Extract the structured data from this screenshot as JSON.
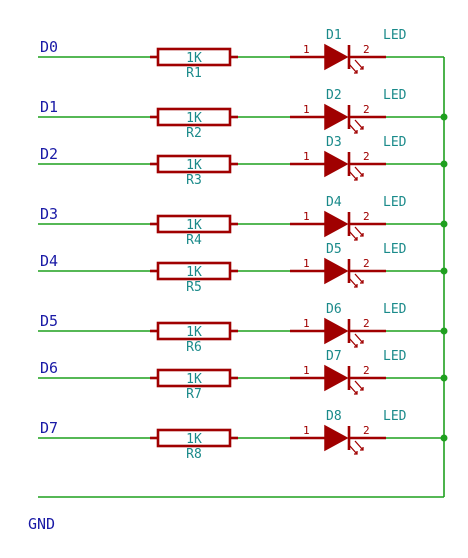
{
  "colors": {
    "wire": "#1fa01f",
    "component": "#a00000",
    "net_label": "#1a1aa6",
    "ref_text": "#1a8a8a"
  },
  "rows": [
    {
      "net": "D0",
      "resistor_value": "1K",
      "resistor_ref": "R1",
      "led_ref": "D1",
      "led_value": "LED",
      "pin1": "1",
      "pin2": "2"
    },
    {
      "net": "D1",
      "resistor_value": "1K",
      "resistor_ref": "R2",
      "led_ref": "D2",
      "led_value": "LED",
      "pin1": "1",
      "pin2": "2"
    },
    {
      "net": "D2",
      "resistor_value": "1K",
      "resistor_ref": "R3",
      "led_ref": "D3",
      "led_value": "LED",
      "pin1": "1",
      "pin2": "2"
    },
    {
      "net": "D3",
      "resistor_value": "1K",
      "resistor_ref": "R4",
      "led_ref": "D4",
      "led_value": "LED",
      "pin1": "1",
      "pin2": "2"
    },
    {
      "net": "D4",
      "resistor_value": "1K",
      "resistor_ref": "R5",
      "led_ref": "D5",
      "led_value": "LED",
      "pin1": "1",
      "pin2": "2"
    },
    {
      "net": "D5",
      "resistor_value": "1K",
      "resistor_ref": "R6",
      "led_ref": "D6",
      "led_value": "LED",
      "pin1": "1",
      "pin2": "2"
    },
    {
      "net": "D6",
      "resistor_value": "1K",
      "resistor_ref": "R7",
      "led_ref": "D7",
      "led_value": "LED",
      "pin1": "1",
      "pin2": "2"
    },
    {
      "net": "D7",
      "resistor_value": "1K",
      "resistor_ref": "R8",
      "led_ref": "D8",
      "led_value": "LED",
      "pin1": "1",
      "pin2": "2"
    }
  ],
  "ground_label": "GND"
}
